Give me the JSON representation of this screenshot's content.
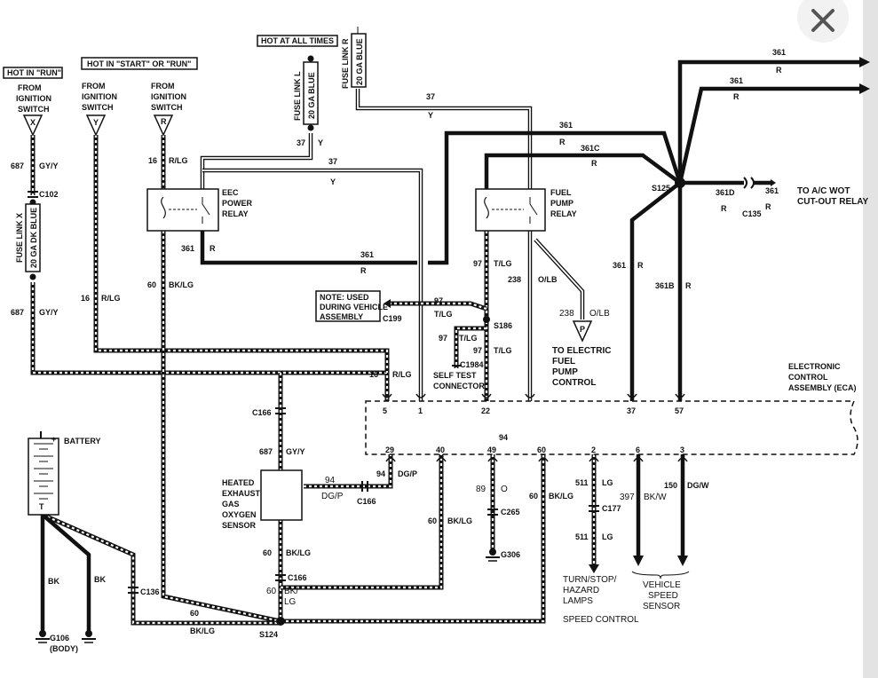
{
  "close_button": {
    "icon": "close-icon"
  },
  "diagram": {
    "headers": {
      "hot_in_run": "HOT IN \"RUN\"",
      "hot_in_start_or_run": "HOT IN \"START\" OR \"RUN\"",
      "hot_at_all_times": "HOT AT ALL TIMES"
    },
    "sources": {
      "x": {
        "line1": "FROM",
        "line2": "IGNITION",
        "line3": "SWITCH",
        "letter": "X"
      },
      "y": {
        "line1": "FROM",
        "line2": "IGNITION",
        "line3": "SWITCH",
        "letter": "Y"
      },
      "r": {
        "line1": "FROM",
        "line2": "IGNITION",
        "line3": "SWITCH",
        "letter": "R"
      }
    },
    "fuse_links": {
      "x": {
        "name": "FUSE LINK X",
        "gauge": "20 GA DK BLUE"
      },
      "l": {
        "name": "FUSE LINK L",
        "gauge": "20 GA BLUE"
      },
      "r": {
        "name": "FUSE LINK R",
        "gauge": "20 GA BLUE"
      }
    },
    "relays": {
      "eec": {
        "line1": "EEC",
        "line2": "POWER",
        "line3": "RELAY"
      },
      "fuel": {
        "line1": "FUEL",
        "line2": "PUMP",
        "line3": "RELAY"
      }
    },
    "connectors": {
      "c102": "C102",
      "c166a": "C166",
      "c166b": "C166",
      "c166c": "C166",
      "c199": "C199",
      "c1984": "C1984",
      "c135": "C135",
      "c136": "C136",
      "c265": "C265",
      "c177": "C177"
    },
    "splices": {
      "s186": "S186",
      "s125": "S125",
      "s124": "S124"
    },
    "grounds": {
      "g106": "G106",
      "g106_note": "(BODY)",
      "g306": "G306"
    },
    "battery": "BATTERY",
    "battery_plus": "+",
    "battery_minus": "T",
    "wires": {
      "w687a": {
        "num": "687",
        "color": "GY/Y"
      },
      "w687b": {
        "num": "687",
        "color": "GY/Y"
      },
      "w687c": {
        "num": "687",
        "color": "GY/Y"
      },
      "w16a": {
        "num": "16",
        "color": "R/LG"
      },
      "w16b": {
        "num": "16",
        "color": "R/LG"
      },
      "w16c": {
        "num": "16",
        "color": "R/LG"
      },
      "w37a": {
        "num": "37",
        "color": "Y"
      },
      "w37b": {
        "num": "37",
        "color": "Y"
      },
      "w37c": {
        "num": "37",
        "color": "Y"
      },
      "w361a": {
        "num": "361",
        "color": "R"
      },
      "w361b": {
        "num": "361",
        "color": "R"
      },
      "w361c": {
        "num": "361",
        "color": "R"
      },
      "w361d": {
        "num": "361",
        "color": "R"
      },
      "w361e": {
        "num": "361",
        "color": "R"
      },
      "w361f": {
        "num": "361",
        "color": "R"
      },
      "w361g": {
        "num": "361C",
        "color": "R"
      },
      "w361h": {
        "num": "361D",
        "color": "R"
      },
      "w361i": {
        "num": "361B",
        "color": "R"
      },
      "w60a": {
        "num": "60",
        "color": "BK/LG"
      },
      "w60b": {
        "num": "60",
        "color": "BK/LG"
      },
      "w60c": {
        "num": "60",
        "color": "BK/LG"
      },
      "w60d": {
        "num": "60",
        "color": "BK/LG"
      },
      "w60e": {
        "num": "60",
        "color": "BK/"
      },
      "w60e2": {
        "color": "LG"
      },
      "w60f": {
        "num": "60",
        "color": "BK/LG"
      },
      "w97a": {
        "num": "97",
        "color": "T/LG"
      },
      "w97b": {
        "num": "97",
        "color": "T/LG"
      },
      "w97c": {
        "num": "97",
        "color": "T/LG"
      },
      "w97d": {
        "num": "97",
        "color": "T/LG"
      },
      "w238a": {
        "num": "238",
        "color": "O/LB"
      },
      "w238b": {
        "num": "238",
        "color": "O/LB"
      },
      "w94a": {
        "num": "94",
        "color": "DG/P"
      },
      "w94b": {
        "num": "94",
        "color": "DG/P"
      },
      "w94c": {
        "num": "94"
      },
      "w89": {
        "num": "89",
        "color": "O"
      },
      "w511a": {
        "num": "511",
        "color": "LG"
      },
      "w511b": {
        "num": "511",
        "color": "LG"
      },
      "w397": {
        "num": "397",
        "color": "BK/W"
      },
      "w150": {
        "num": "150",
        "color": "DG/W"
      },
      "bk1": "BK",
      "bk2": "BK"
    },
    "note": {
      "line1": "NOTE: USED",
      "line2": "DURING VEHICLE",
      "line3": "ASSEMBLY"
    },
    "self_test": {
      "line1": "SELF TEST",
      "line2": "CONNECTOR"
    },
    "fuel_pump": {
      "letter": "P",
      "line1": "TO ELECTRIC",
      "line2": "FUEL",
      "line3": "PUMP",
      "line4": "CONTROL"
    },
    "ac": {
      "line1": "TO A/C WOT",
      "line2": "CUT-OUT RELAY"
    },
    "ego": {
      "line1": "HEATED",
      "line2": "EXHAUST",
      "line3": "GAS",
      "line4": "OXYGEN",
      "line5": "SENSOR"
    },
    "eca": {
      "line1": "ELECTRONIC",
      "line2": "CONTROL",
      "line3": "ASSEMBLY (ECA)"
    },
    "pins": {
      "p5": "5",
      "p1": "1",
      "p22": "22",
      "p37": "37",
      "p57": "57",
      "p29": "29",
      "p40": "40",
      "p49": "49",
      "p60": "60",
      "p2": "2",
      "p6": "6",
      "p3": "3"
    },
    "outputs": {
      "turn": {
        "line1": "TURN/STOP/",
        "line2": "HAZARD",
        "line3": "LAMPS"
      },
      "speed_control": "SPEED CONTROL",
      "vss": {
        "line1": "VEHICLE",
        "line2": "SPEED",
        "line3": "SENSOR"
      }
    }
  }
}
